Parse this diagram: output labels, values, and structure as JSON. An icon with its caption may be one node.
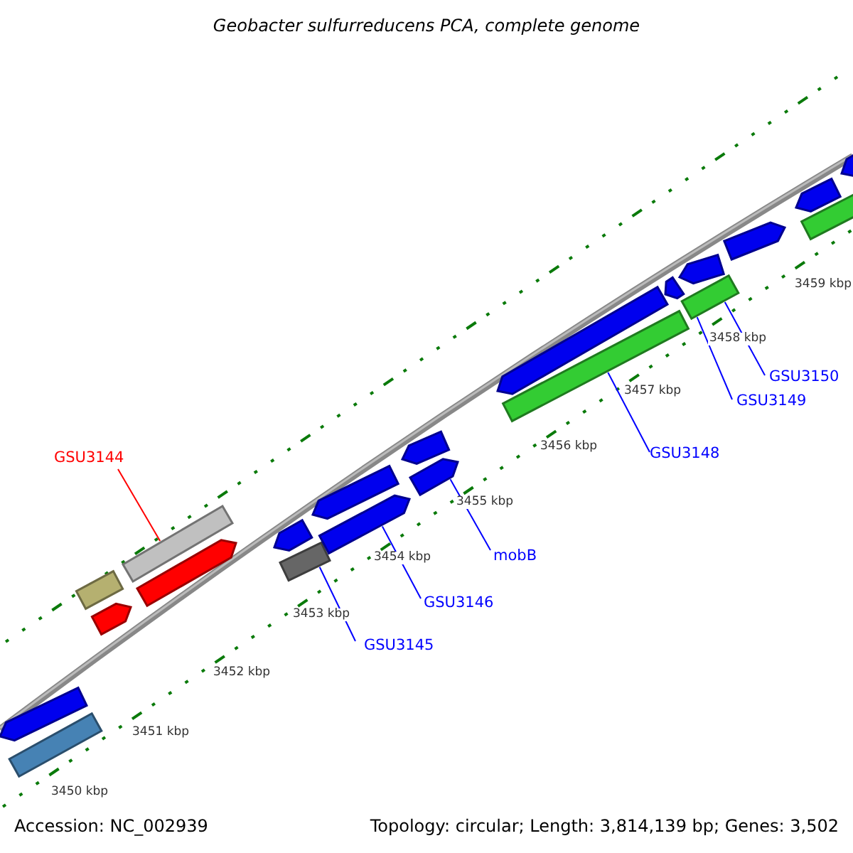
{
  "diagram": {
    "title": "Geobacter sulfurreducens PCA, complete genome",
    "nodes": [
      {
        "text": [
          "GSU3144"
        ]
      },
      {
        "text": [
          "GSU3145"
        ]
      },
      {
        "text": [
          "GSU3146"
        ]
      },
      {
        "text": [
          "mobB"
        ]
      },
      {
        "text": [
          "GSU3148"
        ]
      },
      {
        "text": [
          "GSU3149"
        ]
      },
      {
        "text": [
          "GSU3150"
        ]
      },
      {
        "text": [],
        "shape": "pentagon"
      },
      {
        "text": [],
        "shape": "bar"
      },
      {
        "text": [],
        "shape": "bar"
      },
      {
        "text": [],
        "shape": "pentagon"
      },
      {
        "text": [],
        "shape": "bar"
      },
      {
        "text": [],
        "shape": "pentagon"
      },
      {
        "text": [],
        "shape": "pentagon"
      },
      {
        "text": [],
        "shape": "bar"
      },
      {
        "text": [],
        "shape": "pentagon"
      },
      {
        "text": [],
        "shape": "pentagon"
      },
      {
        "text": [],
        "shape": "pentagon"
      },
      {
        "text": [],
        "shape": "pentagon"
      },
      {
        "text": [],
        "shape": "pentagon"
      },
      {
        "text": [],
        "shape": "pentagon"
      },
      {
        "text": [],
        "shape": "bar"
      },
      {
        "text": [],
        "shape": "bar"
      },
      {
        "text": [],
        "shape": "pentagon"
      },
      {
        "text": [],
        "shape": "pentagon"
      },
      {
        "text": [],
        "shape": "bar"
      },
      {
        "text": [],
        "shape": "pentagon"
      },
      {
        "text": [],
        "shape": "pentagon"
      }
    ],
    "edges": [
      {
        "from": 0,
        "to": 11,
        "arrow": "none",
        "color": "#ff0000"
      },
      {
        "from": 1,
        "to": 14,
        "arrow": "none"
      },
      {
        "from": 2,
        "to": 16,
        "arrow": "none"
      },
      {
        "from": 3,
        "to": 18,
        "arrow": "none"
      },
      {
        "from": 4,
        "to": 21,
        "arrow": "none"
      },
      {
        "from": 5,
        "to": 22,
        "arrow": "none"
      },
      {
        "from": 6,
        "to": 22,
        "arrow": "none"
      }
    ],
    "labels": [
      "3459 kbp",
      "3458 kbp",
      "3457 kbp",
      "3456 kbp",
      "3455 kbp",
      "3454 kbp",
      "3453 kbp",
      "3452 kbp",
      "3451 kbp",
      "3450 kbp",
      "Accession: NC_002939",
      "Topology: circular; Length: 3,814,139 bp; Genes: 3,502"
    ]
  }
}
